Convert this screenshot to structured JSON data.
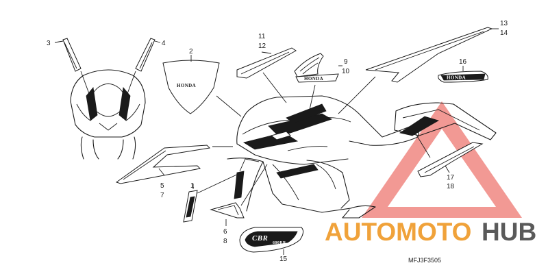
{
  "callouts": {
    "c1": "1",
    "c2": "2",
    "c3": "3",
    "c4": "4",
    "c5": "5",
    "c7": "7",
    "c6": "6",
    "c8": "8",
    "c9": "9",
    "c10": "10",
    "c11": "11",
    "c12": "12",
    "c13": "13",
    "c14": "14",
    "c15": "15",
    "c16": "16",
    "c17": "17",
    "c18": "18"
  },
  "decals": {
    "brand_text": "HONDA",
    "cbr_text": "CBR",
    "cbr_sub": "600RR"
  },
  "diagram_code": "MFJ3F3505",
  "watermark": {
    "part1": "AUTOMOTO",
    "part2": "HUB",
    "color_primary": "#f0a23a",
    "color_secondary": "#5a5a5a",
    "triangle_color": "#e8453c"
  }
}
